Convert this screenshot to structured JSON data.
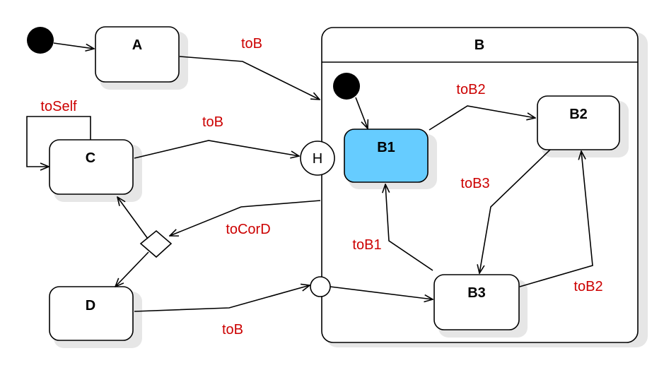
{
  "states": {
    "A": "A",
    "B": "B",
    "C": "C",
    "D": "D",
    "B1": "B1",
    "B2": "B2",
    "B3": "B3"
  },
  "history": "H",
  "transitions": {
    "a_to_b": "toB",
    "c_self": "toSelf",
    "c_to_h": "toB",
    "b_to_choice": "toCorD",
    "d_to_entry": "toB",
    "b1_to_b2": "toB2",
    "b2_to_b3": "toB3",
    "b3_to_b1": "toB1",
    "b3_to_b2": "toB2"
  },
  "colors": {
    "active_state": "#66ccff",
    "label": "#cc0000",
    "stroke": "#000000"
  }
}
